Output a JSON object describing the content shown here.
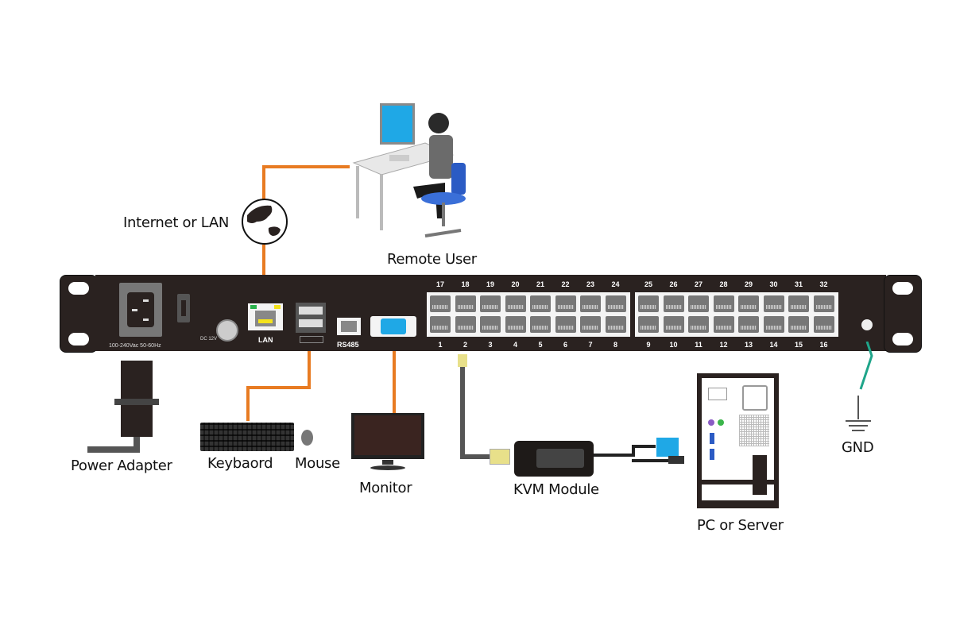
{
  "diagram": {
    "title": "KVM over IP switch connection diagram",
    "accent_wire_color": "#e87b22",
    "ground_wire_color": "#1fa58a",
    "chassis_color": "#2a2220"
  },
  "labels": {
    "internet": "Internet or LAN",
    "remote_user": "Remote User",
    "power_adapter": "Power Adapter",
    "keyboard": "Keybaord",
    "mouse": "Mouse",
    "monitor": "Monitor",
    "kvm_module": "KVM Module",
    "pc_server": "PC or Server",
    "gnd": "GND"
  },
  "panel": {
    "power_rating": "100-240Vac 50-60Hz",
    "dc_label": "DC 12V",
    "lan_label": "LAN",
    "rs485_label": "RS485",
    "top_ports": [
      "17",
      "18",
      "19",
      "20",
      "21",
      "22",
      "23",
      "24",
      "25",
      "26",
      "27",
      "28",
      "29",
      "30",
      "31",
      "32"
    ],
    "bottom_ports": [
      "1",
      "2",
      "3",
      "4",
      "5",
      "6",
      "7",
      "8",
      "9",
      "10",
      "11",
      "12",
      "13",
      "14",
      "15",
      "16"
    ]
  }
}
